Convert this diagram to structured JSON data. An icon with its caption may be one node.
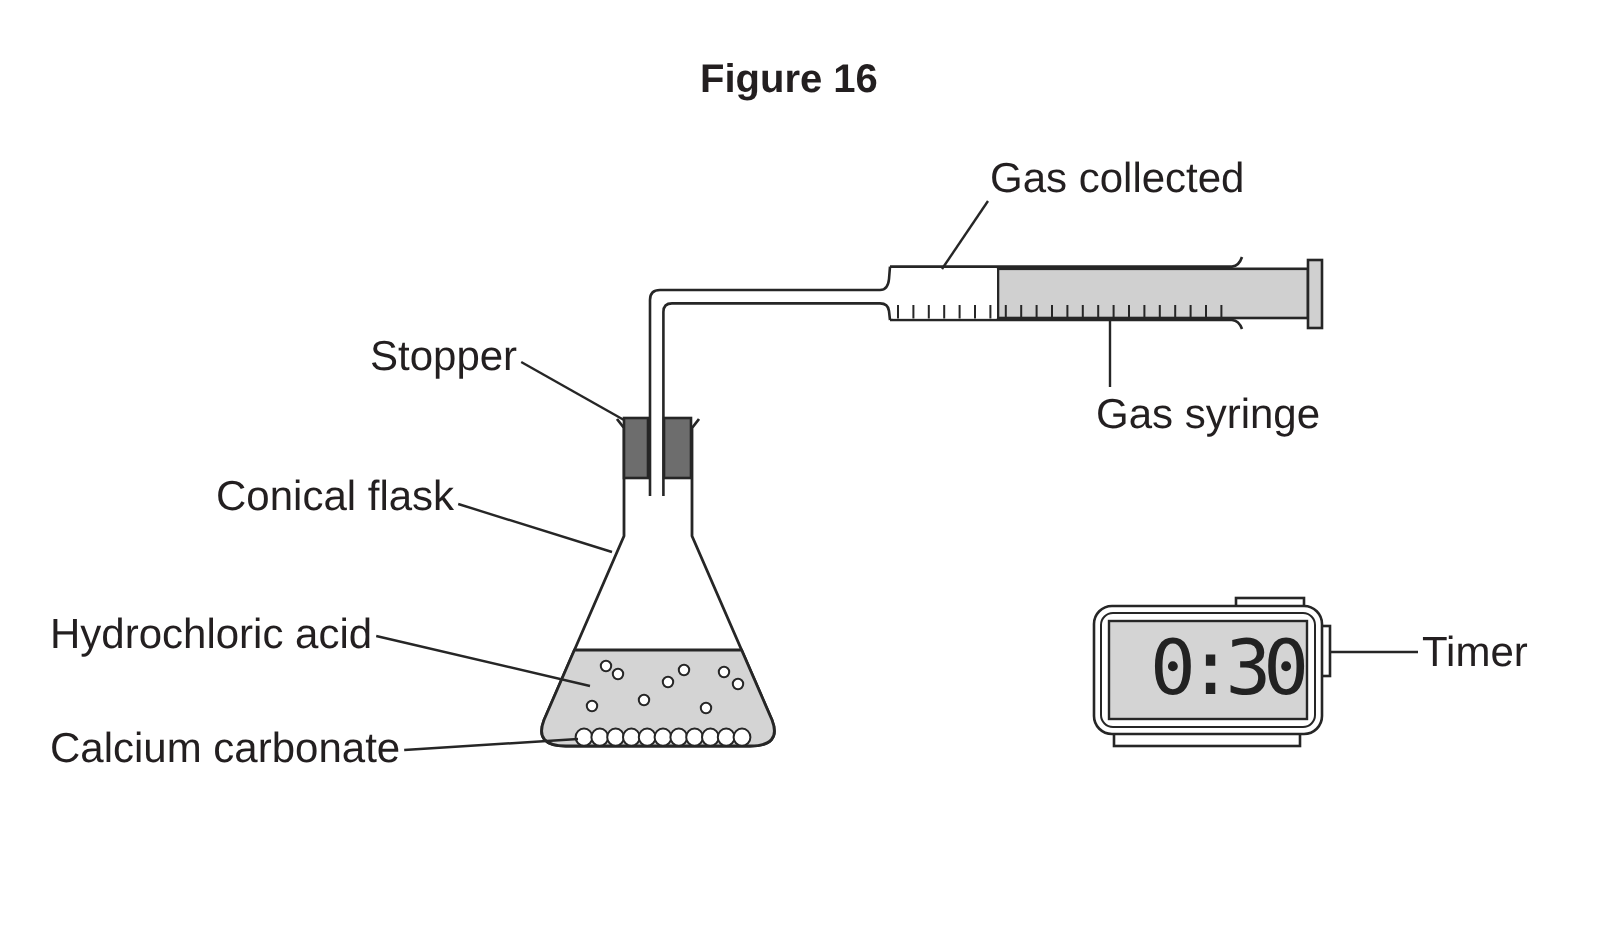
{
  "diagram": {
    "title": "Figure 16",
    "nodes": [
      {
        "text": [
          "Gas collected"
        ]
      },
      {
        "text": [],
        "shape": "picture"
      },
      {
        "text": [],
        "shape": "picture",
        "in": 1
      },
      {
        "text": [
          "Stopper"
        ]
      },
      {
        "text": [],
        "shape": "picture"
      },
      {
        "text": [],
        "shape": "picture",
        "in": 4
      },
      {
        "text": [
          "Gas syringe"
        ]
      },
      {
        "text": [
          "Conical flask"
        ]
      },
      {
        "text": [
          "Hydrochloric acid"
        ]
      },
      {
        "text": [],
        "shape": "picture",
        "in": 4
      },
      {
        "text": [
          "Timer"
        ]
      },
      {
        "text": [],
        "shape": "picture"
      },
      {
        "text": [
          "Calcium carbonate"
        ]
      },
      {
        "text": [],
        "shape": "picture",
        "in": 9
      }
    ],
    "edges": [
      {
        "from": 0,
        "to": 2,
        "arrow": "none"
      },
      {
        "from": 3,
        "to": 5,
        "arrow": "none"
      },
      {
        "from": 6,
        "to": 1,
        "arrow": "none"
      },
      {
        "from": 7,
        "to": 4,
        "arrow": "none"
      },
      {
        "from": 8,
        "to": 9,
        "arrow": "none"
      },
      {
        "from": 10,
        "to": 11,
        "arrow": "none"
      },
      {
        "from": 12,
        "to": 13,
        "arrow": "none"
      }
    ],
    "labels": [
      "0:30"
    ]
  }
}
